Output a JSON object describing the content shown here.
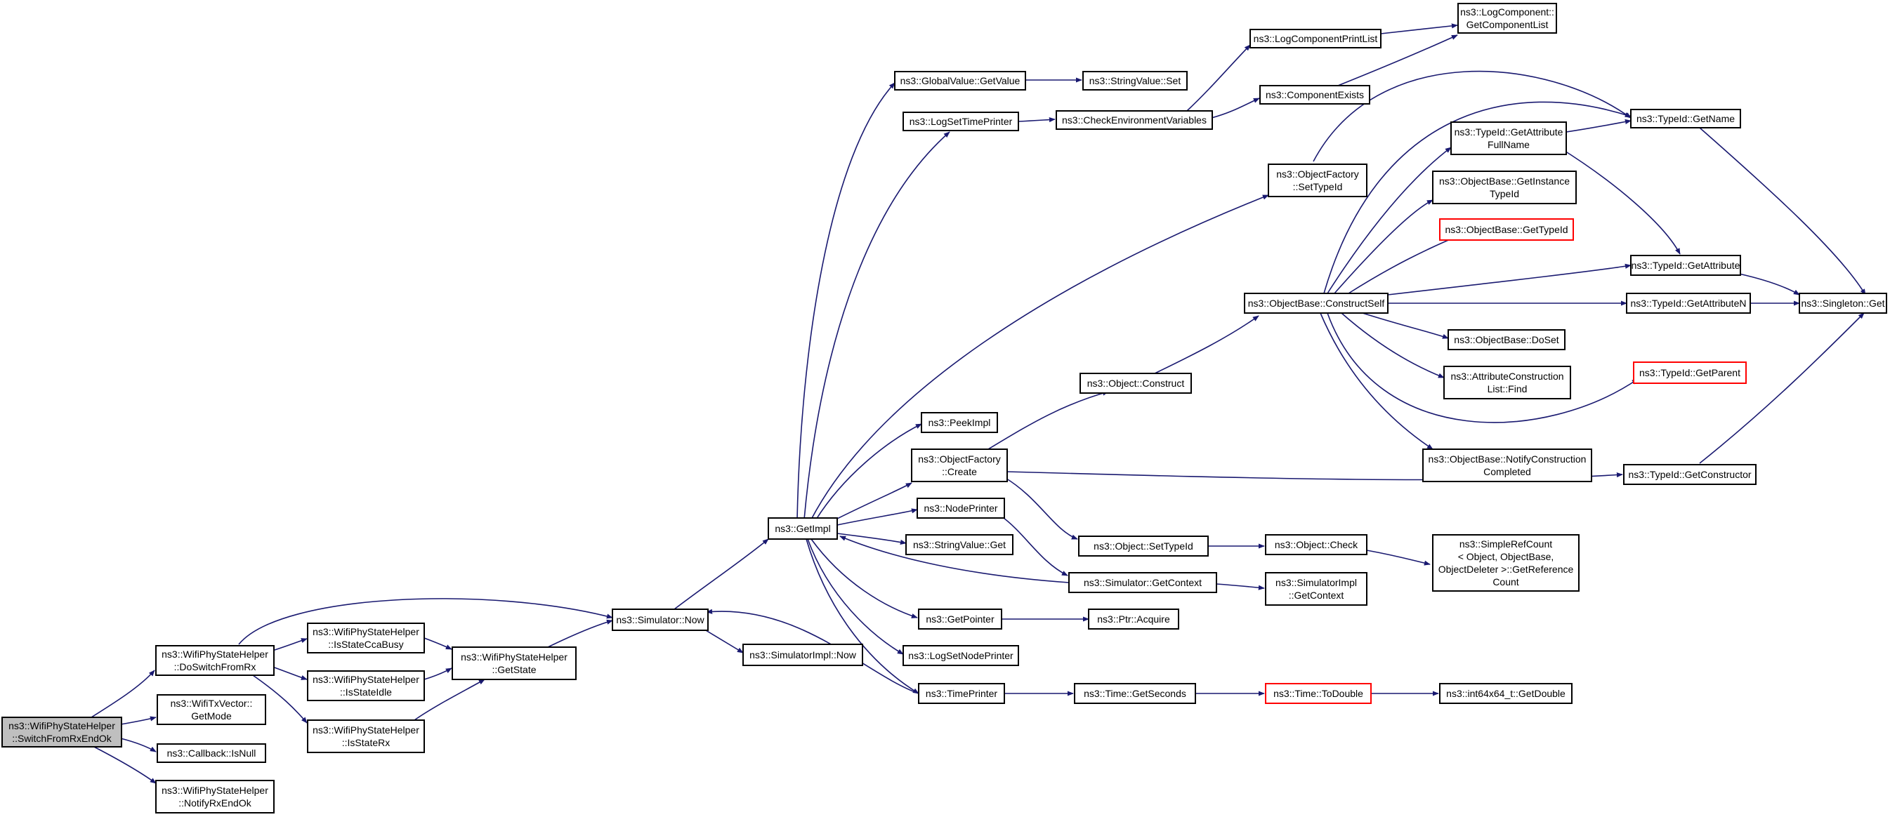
{
  "nodes": {
    "switch": [
      "ns3::WifiPhyStateHelper",
      "::SwitchFromRxEndOk"
    ],
    "doswitch": [
      "ns3::WifiPhyStateHelper",
      "::DoSwitchFromRx"
    ],
    "txgetmode": [
      "ns3::WifiTxVector::",
      "GetMode"
    ],
    "isnull": [
      "ns3::Callback::IsNull"
    ],
    "notifyrx": [
      "ns3::WifiPhyStateHelper",
      "::NotifyRxEndOk"
    ],
    "ccabusy": [
      "ns3::WifiPhyStateHelper",
      "::IsStateCcaBusy"
    ],
    "isidle": [
      "ns3::WifiPhyStateHelper",
      "::IsStateIdle"
    ],
    "isrx": [
      "ns3::WifiPhyStateHelper",
      "::IsStateRx"
    ],
    "getstate": [
      "ns3::WifiPhyStateHelper",
      "::GetState"
    ],
    "simnow": [
      "ns3::Simulator::Now"
    ],
    "simimplnow": [
      "ns3::SimulatorImpl::Now"
    ],
    "getimpl": [
      "ns3::GetImpl"
    ],
    "gvgetvalue": [
      "ns3::GlobalValue::GetValue"
    ],
    "svset": [
      "ns3::StringValue::Set"
    ],
    "logsettime": [
      "ns3::LogSetTimePrinter"
    ],
    "checkenv": [
      "ns3::CheckEnvironmentVariables"
    ],
    "logcompprint": [
      "ns3::LogComponentPrintList"
    ],
    "logcompget": [
      "ns3::LogComponent::",
      "GetComponentList"
    ],
    "compexists": [
      "ns3::ComponentExists"
    ],
    "ofsettypeid": [
      "ns3::ObjectFactory",
      "::SetTypeId"
    ],
    "tidgetname": [
      "ns3::TypeId::GetName"
    ],
    "tidattrfull": [
      "ns3::TypeId::GetAttribute",
      "FullName"
    ],
    "obgetinst": [
      "ns3::ObjectBase::GetInstance",
      "TypeId"
    ],
    "obgettid": [
      "ns3::ObjectBase::GetTypeId"
    ],
    "tidgetattr": [
      "ns3::TypeId::GetAttribute"
    ],
    "obconstruct": [
      "ns3::ObjectBase::ConstructSelf"
    ],
    "tidgetattrn": [
      "ns3::TypeId::GetAttributeN"
    ],
    "singleton": [
      "ns3::Singleton::Get"
    ],
    "obdoset": [
      "ns3::ObjectBase::DoSet"
    ],
    "acfind": [
      "ns3::AttributeConstruction",
      "List::Find"
    ],
    "tidgetparent": [
      "ns3::TypeId::GetParent"
    ],
    "objconstruct": [
      "ns3::Object::Construct"
    ],
    "peekimpl": [
      "ns3::PeekImpl"
    ],
    "ofcreate": [
      "ns3::ObjectFactory",
      "::Create"
    ],
    "obnotify": [
      "ns3::ObjectBase::NotifyConstruction",
      "Completed"
    ],
    "tidgetctor": [
      "ns3::TypeId::GetConstructor"
    ],
    "nodeprinter": [
      "ns3::NodePrinter"
    ],
    "svget": [
      "ns3::StringValue::Get"
    ],
    "objsettid": [
      "ns3::Object::SetTypeId"
    ],
    "objcheck": [
      "ns3::Object::Check"
    ],
    "simplerefcount": [
      "ns3::SimpleRefCount",
      "< Object, ObjectBase,",
      "ObjectDeleter >::GetReference",
      "Count"
    ],
    "simgetctx": [
      "ns3::Simulator::GetContext"
    ],
    "simimplctx": [
      "ns3::SimulatorImpl",
      "::GetContext"
    ],
    "getpointer": [
      "ns3::GetPointer"
    ],
    "ptracquire": [
      "ns3::Ptr::Acquire"
    ],
    "logsetnode": [
      "ns3::LogSetNodePrinter"
    ],
    "timeprinter": [
      "ns3::TimePrinter"
    ],
    "timegetsec": [
      "ns3::Time::GetSeconds"
    ],
    "timetodouble": [
      "ns3::Time::ToDouble"
    ],
    "int64double": [
      "ns3::int64x64_t::GetDouble"
    ]
  }
}
